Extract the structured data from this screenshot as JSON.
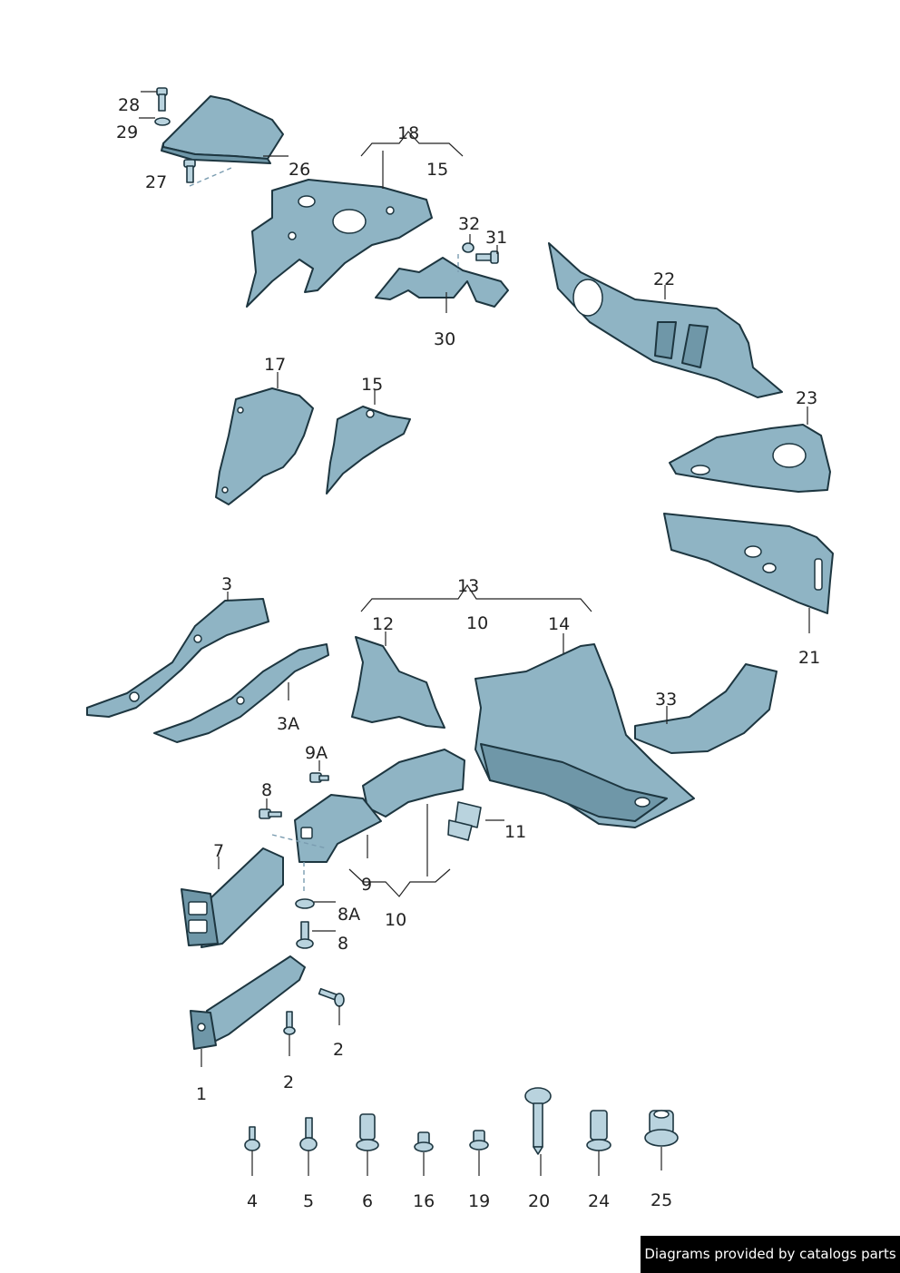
{
  "callouts": {
    "c28": "28",
    "c29": "29",
    "c27": "27",
    "c26": "26",
    "c18": "18",
    "c15a": "15",
    "c32": "32",
    "c31": "31",
    "c30": "30",
    "c22": "22",
    "c17": "17",
    "c15b": "15",
    "c23": "23",
    "c21": "21",
    "c3": "3",
    "c3a": "3A",
    "c13": "13",
    "c12": "12",
    "c10a": "10",
    "c14": "14",
    "c33": "33",
    "c9a": "9A",
    "c8a": "8",
    "c7": "7",
    "c11": "11",
    "c9": "9",
    "c10b": "10",
    "c8b": "8A",
    "c8c": "8",
    "c1": "1",
    "c2a": "2",
    "c2b": "2",
    "c4": "4",
    "c5": "5",
    "c6": "6",
    "c16": "16",
    "c19": "19",
    "c20": "20",
    "c24": "24",
    "c25": "25"
  },
  "footer": {
    "text": "Diagrams provided by catalogs parts"
  },
  "colors": {
    "part_fill": "#8fb4c4",
    "outline": "#1d3640",
    "footer_bg": "#000000"
  }
}
